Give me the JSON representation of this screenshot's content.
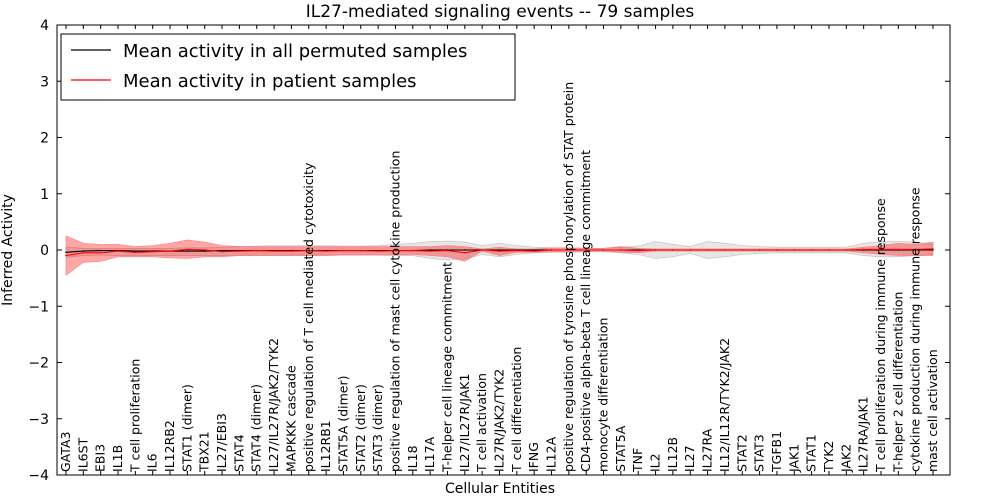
{
  "chart_data": {
    "type": "line",
    "title": "IL27-mediated signaling events -- 79 samples",
    "xlabel": "Cellular Entities",
    "ylabel": "Inferred Activity",
    "ylim": [
      -4,
      4
    ],
    "yticks": [
      -4,
      -3,
      -2,
      -1,
      0,
      1,
      2,
      3,
      4
    ],
    "ytick_labels": [
      "−4",
      "−3",
      "−2",
      "−1",
      "0",
      "1",
      "2",
      "3",
      "4"
    ],
    "grid": false,
    "legend_position": "top-left",
    "categories": [
      "GATA3",
      "IL6ST",
      "EBI3",
      "IL1B",
      "T cell proliferation",
      "IL6",
      "IL12RB2",
      "STAT1 (dimer)",
      "TBX21",
      "IL27/EBI3",
      "STAT4",
      "STAT4 (dimer)",
      "IL27/IL27R/JAK2/TYK2",
      "MAPKKK cascade",
      "positive regulation of T cell mediated cytotoxicity",
      "IL12RB1",
      "STAT5A (dimer)",
      "STAT2 (dimer)",
      "STAT3 (dimer)",
      "positive regulation of mast cell cytokine production",
      "IL18",
      "IL17A",
      "T-helper cell lineage commitment",
      "IL27/IL27R/JAK1",
      "T cell activation",
      "IL27R/JAK2/TYK2",
      "T cell differentiation",
      "IFNG",
      "IL12A",
      "positive regulation of tyrosine phosphorylation of STAT protein",
      "CD4-positive alpha-beta T cell lineage commitment",
      "monocyte differentiation",
      "STAT5A",
      "TNF",
      "IL2",
      "IL12B",
      "IL27",
      "IL27RA",
      "IL12/IL12R/TYK2/JAK2",
      "STAT2",
      "STAT3",
      "TGFB1",
      "JAK1",
      "STAT1",
      "TYK2",
      "JAK2",
      "IL27RA/JAK1",
      "T cell proliferation during immune response",
      "T-helper 2 cell differentiation",
      "cytokine production during immune response",
      "mast cell activation"
    ],
    "series": [
      {
        "name": "Mean activity in all permuted samples",
        "color": "#000000",
        "values": [
          -0.04,
          -0.02,
          -0.01,
          -0.01,
          -0.02,
          -0.02,
          -0.02,
          -0.02,
          -0.02,
          -0.01,
          -0.01,
          -0.01,
          -0.01,
          -0.01,
          -0.01,
          -0.01,
          -0.01,
          -0.01,
          -0.01,
          -0.01,
          -0.01,
          0,
          0,
          0,
          0,
          0,
          0,
          0,
          0,
          0,
          0,
          0,
          0,
          0,
          0,
          0,
          0,
          0,
          0,
          0,
          0,
          0,
          0,
          0,
          0,
          0,
          0,
          0,
          0,
          0,
          0
        ],
        "band_upper": [
          0.05,
          0.03,
          0.03,
          0.03,
          0.03,
          0.03,
          0.03,
          0.04,
          0.04,
          0.05,
          0.06,
          0.07,
          0.08,
          0.08,
          0.08,
          0.08,
          0.07,
          0.07,
          0.08,
          0.1,
          0.12,
          0.15,
          0.16,
          0.14,
          0.08,
          0.12,
          0.08,
          0.05,
          0.04,
          0.04,
          0.03,
          0.03,
          0.05,
          0.07,
          0.15,
          0.1,
          0.06,
          0.15,
          0.12,
          0.08,
          0.06,
          0.05,
          0.05,
          0.05,
          0.05,
          0.05,
          0.12,
          0.15,
          0.15,
          0.14,
          0.1
        ],
        "band_lower": [
          -0.13,
          -0.1,
          -0.09,
          -0.1,
          -0.1,
          -0.1,
          -0.1,
          -0.1,
          -0.1,
          -0.1,
          -0.1,
          -0.1,
          -0.1,
          -0.09,
          -0.09,
          -0.09,
          -0.09,
          -0.09,
          -0.09,
          -0.1,
          -0.1,
          -0.15,
          -0.18,
          -0.16,
          -0.08,
          -0.12,
          -0.08,
          -0.05,
          -0.04,
          -0.04,
          -0.03,
          -0.03,
          -0.05,
          -0.08,
          -0.15,
          -0.12,
          -0.06,
          -0.15,
          -0.12,
          -0.08,
          -0.06,
          -0.05,
          -0.05,
          -0.05,
          -0.05,
          -0.05,
          -0.1,
          -0.12,
          -0.12,
          -0.1,
          -0.08
        ]
      },
      {
        "name": "Mean activity in patient samples",
        "color": "#ff0000",
        "values": [
          -0.1,
          -0.05,
          -0.05,
          -0.02,
          -0.04,
          -0.03,
          -0.02,
          0.01,
          0,
          -0.03,
          -0.02,
          -0.01,
          -0.02,
          -0.02,
          -0.01,
          -0.02,
          -0.01,
          -0.01,
          -0.02,
          -0.01,
          -0.01,
          -0.02,
          -0.01,
          -0.05,
          0,
          -0.02,
          -0.01,
          -0.02,
          0,
          0,
          0,
          0,
          0,
          -0.01,
          0,
          0,
          0,
          0,
          0,
          0,
          0,
          0,
          0,
          0,
          0,
          0,
          0.01,
          0.01,
          0.01,
          0.01,
          0.02
        ],
        "band_upper": [
          0.25,
          0.12,
          0.1,
          0.1,
          0.06,
          0.08,
          0.12,
          0.18,
          0.14,
          0.08,
          0.06,
          0.06,
          0.06,
          0.06,
          0.06,
          0.06,
          0.06,
          0.06,
          0.06,
          0.06,
          0.06,
          0.06,
          0.08,
          0.06,
          0.02,
          0.05,
          0.02,
          0.02,
          0.04,
          0.04,
          0.03,
          0.03,
          0.06,
          0.03,
          0.02,
          0.02,
          0.02,
          0.02,
          0.02,
          0.02,
          0.02,
          0.02,
          0.02,
          0.02,
          0.02,
          0.02,
          0.05,
          0.08,
          0.12,
          0.1,
          0.14
        ],
        "band_lower": [
          -0.45,
          -0.22,
          -0.2,
          -0.12,
          -0.12,
          -0.12,
          -0.14,
          -0.15,
          -0.12,
          -0.12,
          -0.1,
          -0.1,
          -0.1,
          -0.1,
          -0.1,
          -0.1,
          -0.09,
          -0.09,
          -0.09,
          -0.09,
          -0.08,
          -0.1,
          -0.12,
          -0.2,
          -0.02,
          -0.1,
          -0.04,
          -0.04,
          -0.03,
          -0.03,
          -0.02,
          -0.02,
          -0.04,
          -0.05,
          -0.02,
          -0.02,
          -0.02,
          -0.02,
          -0.02,
          -0.02,
          -0.02,
          -0.02,
          -0.02,
          -0.02,
          -0.02,
          -0.02,
          -0.05,
          -0.08,
          -0.1,
          -0.1,
          -0.1
        ]
      }
    ]
  }
}
